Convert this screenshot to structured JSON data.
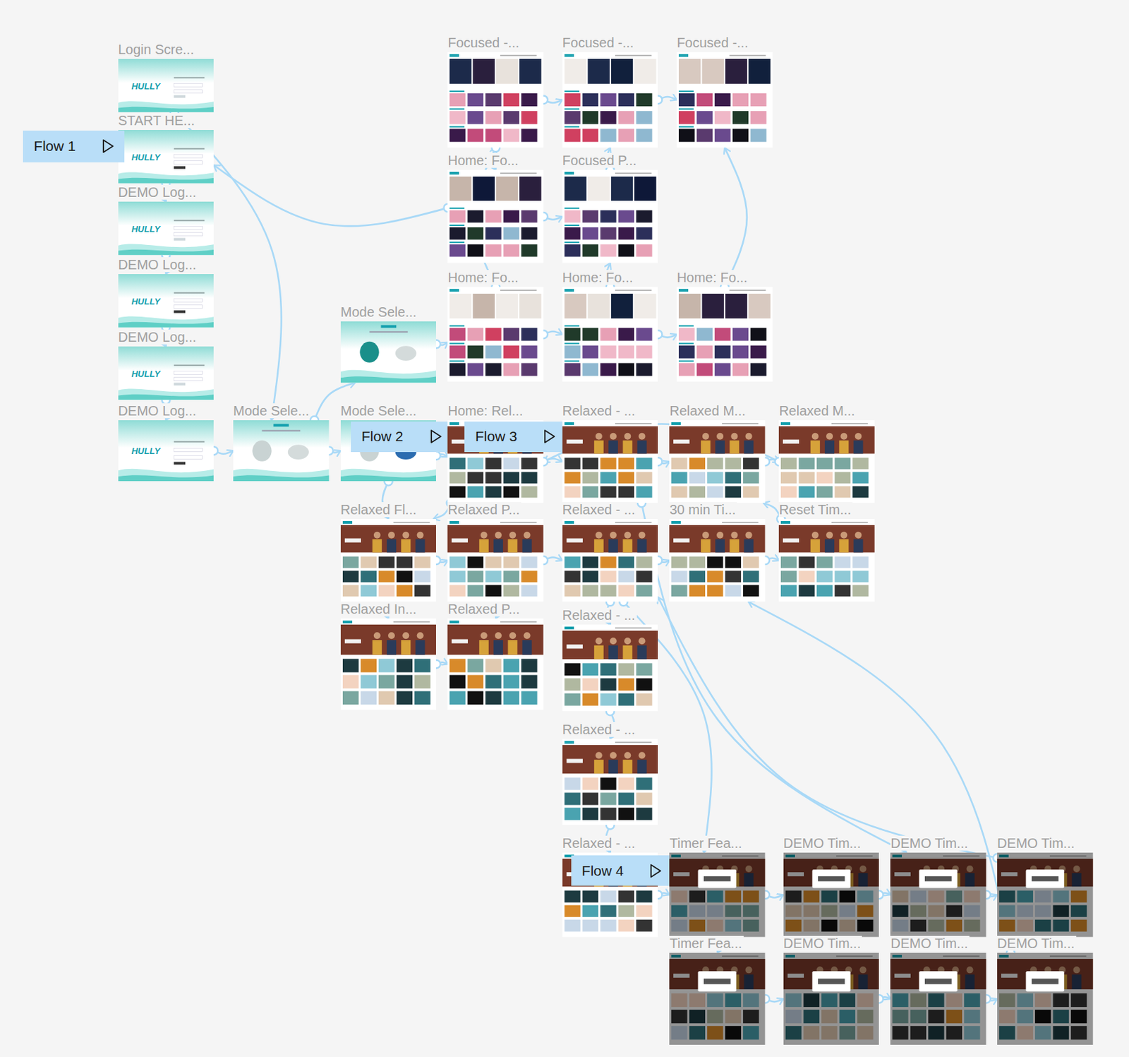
{
  "diagram": {
    "nodes": [
      {
        "text": [
          "Login Scre...",
          "HULLY"
        ]
      },
      {
        "text": [
          "START HE...",
          "HULLY"
        ]
      },
      {
        "text": [
          "DEMO Log...",
          "HULLY"
        ]
      },
      {
        "text": [
          "DEMO Log...",
          "HULLY"
        ]
      },
      {
        "text": [
          "DEMO Log...",
          "HULLY"
        ]
      },
      {
        "text": [
          "DEMO Log...",
          "HULLY"
        ]
      },
      {
        "text": [
          "Flow 1"
        ]
      },
      {
        "text": [
          "Focused -..."
        ]
      },
      {
        "text": [
          "Focused -..."
        ]
      },
      {
        "text": [
          "Focused -..."
        ]
      },
      {
        "text": [
          "Home: Fo..."
        ]
      },
      {
        "text": [
          "Focused P..."
        ]
      },
      {
        "text": [
          "Home: Fo..."
        ]
      },
      {
        "text": [
          "Home: Fo..."
        ]
      },
      {
        "text": [
          "Home: Fo..."
        ]
      },
      {
        "text": [
          "Mode Sele..."
        ]
      },
      {
        "text": [
          "Mode Sele..."
        ]
      },
      {
        "text": [
          "Mode Sele..."
        ]
      },
      {
        "text": [
          "Flow 2"
        ]
      },
      {
        "text": [
          "Home: Rel..."
        ]
      },
      {
        "text": [
          "Flow 3"
        ]
      },
      {
        "text": [
          "Relaxed - ..."
        ]
      },
      {
        "text": [
          "Relaxed M..."
        ]
      },
      {
        "text": [
          "Relaxed M..."
        ]
      },
      {
        "text": [
          "Relaxed Fl..."
        ]
      },
      {
        "text": [
          "Relaxed P..."
        ]
      },
      {
        "text": [
          "Relaxed - ..."
        ]
      },
      {
        "text": [
          "30 min Ti..."
        ]
      },
      {
        "text": [
          "Reset Tim..."
        ]
      },
      {
        "text": [
          "Relaxed In..."
        ]
      },
      {
        "text": [
          "Relaxed P..."
        ]
      },
      {
        "text": [
          "Relaxed - ..."
        ]
      },
      {
        "text": [
          "Relaxed - ..."
        ]
      },
      {
        "text": [
          "Relaxed - ..."
        ]
      },
      {
        "text": [
          "Flow 4"
        ]
      },
      {
        "text": [
          "Timer Fea..."
        ]
      },
      {
        "text": [
          "DEMO Tim..."
        ]
      },
      {
        "text": [
          "DEMO Tim..."
        ]
      },
      {
        "text": [
          "DEMO Tim..."
        ]
      },
      {
        "text": [
          "Timer Fea..."
        ]
      },
      {
        "text": [
          "DEMO Tim..."
        ]
      },
      {
        "text": [
          "DEMO Tim..."
        ]
      },
      {
        "text": [
          "DEMO Tim..."
        ]
      }
    ],
    "edges": [
      {
        "from": 0,
        "to": 16,
        "arrow": "to"
      },
      {
        "from": 1,
        "to": 2,
        "arrow": "to"
      },
      {
        "from": 2,
        "to": 3,
        "arrow": "to"
      },
      {
        "from": 3,
        "to": 4,
        "arrow": "to"
      },
      {
        "from": 4,
        "to": 5,
        "arrow": "to"
      },
      {
        "from": 5,
        "to": 16,
        "arrow": "to"
      },
      {
        "from": 10,
        "to": 1,
        "arrow": "to"
      },
      {
        "from": 16,
        "to": 17,
        "arrow": "to"
      },
      {
        "from": 16,
        "to": 15,
        "arrow": "to"
      },
      {
        "from": 15,
        "to": 12,
        "arrow": "to"
      },
      {
        "from": 17,
        "to": 19,
        "arrow": "to"
      },
      {
        "from": 17,
        "to": 24,
        "arrow": "to"
      },
      {
        "from": 12,
        "to": 13,
        "arrow": "to"
      },
      {
        "from": 13,
        "to": 14,
        "arrow": "to"
      },
      {
        "from": 12,
        "to": 7,
        "arrow": "to"
      },
      {
        "from": 7,
        "to": 8,
        "arrow": "to"
      },
      {
        "from": 8,
        "to": 9,
        "arrow": "to"
      },
      {
        "from": 10,
        "to": 11,
        "arrow": "to"
      },
      {
        "from": 11,
        "to": 8,
        "arrow": "to"
      },
      {
        "from": 7,
        "to": 10,
        "arrow": "to"
      },
      {
        "from": 13,
        "to": 11,
        "arrow": "to"
      },
      {
        "from": 14,
        "to": 9,
        "arrow": "to"
      },
      {
        "from": 19,
        "to": 21,
        "arrow": "to"
      },
      {
        "from": 21,
        "to": 22,
        "arrow": "to"
      },
      {
        "from": 22,
        "to": 23,
        "arrow": "to"
      },
      {
        "from": 23,
        "to": 19,
        "arrow": "to"
      },
      {
        "from": 19,
        "to": 24,
        "arrow": "to"
      },
      {
        "from": 24,
        "to": 25,
        "arrow": "to"
      },
      {
        "from": 25,
        "to": 26,
        "arrow": "to"
      },
      {
        "from": 26,
        "to": 27,
        "arrow": "to"
      },
      {
        "from": 27,
        "to": 28,
        "arrow": "to"
      },
      {
        "from": 28,
        "to": 22,
        "arrow": "to"
      },
      {
        "from": 29,
        "to": 30,
        "arrow": "to"
      },
      {
        "from": 24,
        "to": 29,
        "arrow": "to"
      },
      {
        "from": 25,
        "to": 30,
        "arrow": "to"
      },
      {
        "from": 26,
        "to": 31,
        "arrow": "to"
      },
      {
        "from": 31,
        "to": 32,
        "arrow": "to"
      },
      {
        "from": 32,
        "to": 33,
        "arrow": "to"
      },
      {
        "from": 33,
        "to": 35,
        "arrow": "to"
      },
      {
        "from": 35,
        "to": 36,
        "arrow": "to"
      },
      {
        "from": 36,
        "to": 37,
        "arrow": "to"
      },
      {
        "from": 37,
        "to": 38,
        "arrow": "to"
      },
      {
        "from": 35,
        "to": 39,
        "arrow": "to"
      },
      {
        "from": 39,
        "to": 40,
        "arrow": "to"
      },
      {
        "from": 40,
        "to": 41,
        "arrow": "to"
      },
      {
        "from": 41,
        "to": 42,
        "arrow": "to"
      },
      {
        "from": 38,
        "to": 26,
        "arrow": "to"
      },
      {
        "from": 42,
        "to": 27,
        "arrow": "to"
      },
      {
        "from": 26,
        "to": 35,
        "arrow": "to"
      },
      {
        "from": 21,
        "to": 37,
        "arrow": "to"
      }
    ]
  }
}
